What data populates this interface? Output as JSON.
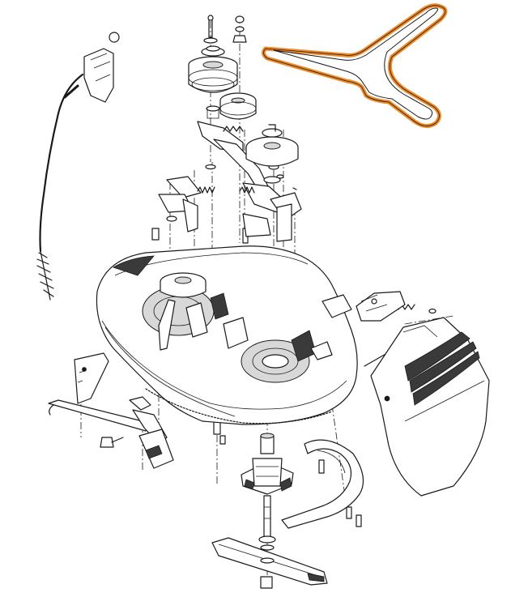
{
  "diagram": {
    "highlight_color": "#f08a24",
    "line_color": "#1a1a1a",
    "background": "#ffffff",
    "parts": [
      {
        "id": "drive-belt",
        "highlighted": true
      },
      {
        "id": "control-cable"
      },
      {
        "id": "engine-pulley"
      },
      {
        "id": "idler-pulley"
      },
      {
        "id": "spindle-pulley"
      },
      {
        "id": "idler-bracket"
      },
      {
        "id": "tension-springs"
      },
      {
        "id": "mower-deck"
      },
      {
        "id": "deck-hanger-bracket"
      },
      {
        "id": "front-link-rod"
      },
      {
        "id": "discharge-chute"
      },
      {
        "id": "blade-spindle-housing"
      },
      {
        "id": "belt-guard"
      },
      {
        "id": "mower-blade"
      },
      {
        "id": "hardware-fasteners"
      }
    ]
  }
}
